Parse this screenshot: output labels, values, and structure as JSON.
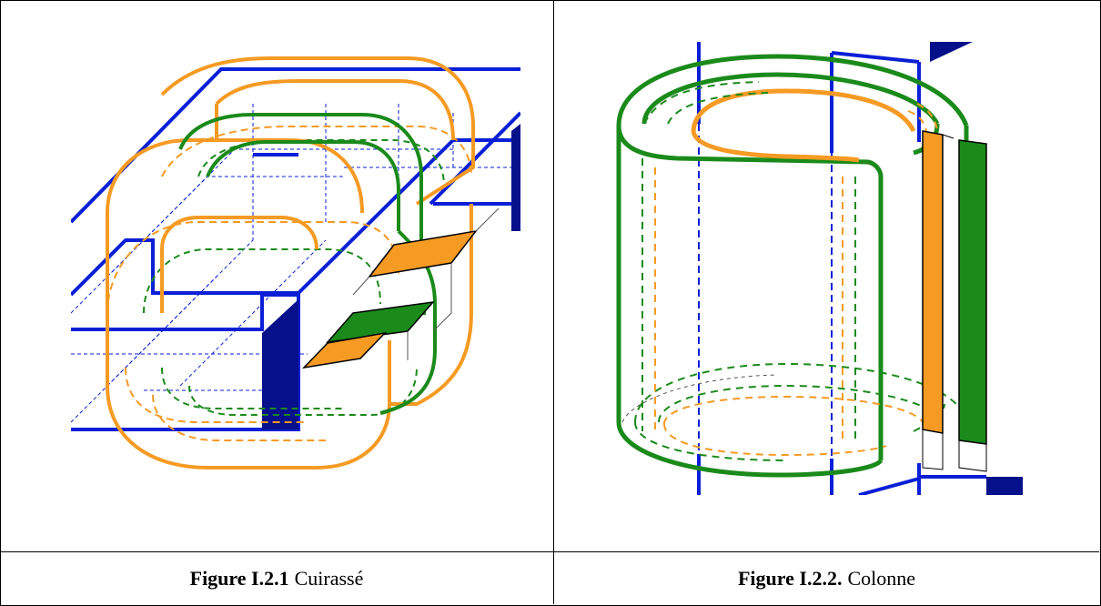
{
  "figures": [
    {
      "number": "Figure I.2.1",
      "caption": "Cuirassé",
      "type": "shell-type-transformer"
    },
    {
      "number": "Figure I.2.2.",
      "caption": "Colonne",
      "type": "core-type-transformer"
    }
  ],
  "colors": {
    "core": "#0a1fd6",
    "core_dark": "#06108a",
    "winding_primary": "#f59a23",
    "winding_secondary": "#1a8a1a"
  }
}
